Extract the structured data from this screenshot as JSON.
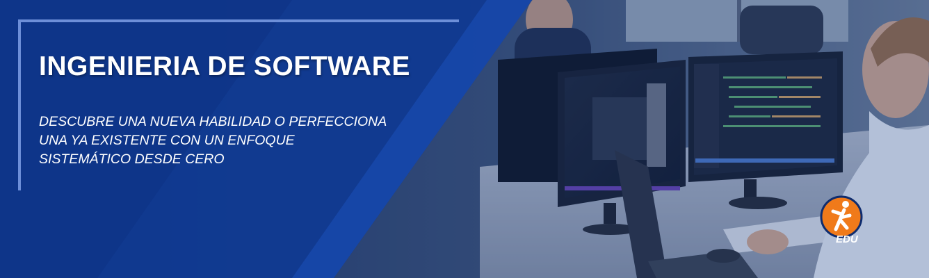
{
  "banner": {
    "title": "INGENIERIA DE SOFTWARE",
    "subtitle_lines": [
      "DESCUBRE UNA NUEVA HABILIDAD O PERFECCIONA",
      "UNA YA EXISTENTE CON UN ENFOQUE",
      "SISTEMÁTICO DESDE CERO"
    ]
  },
  "logo": {
    "text": "EDU",
    "icon": "person-icon"
  },
  "colors": {
    "panel_blue": "#103a94",
    "frame_accent": "#6d8fd8",
    "logo_orange": "#f07a1a",
    "text": "#ffffff"
  }
}
